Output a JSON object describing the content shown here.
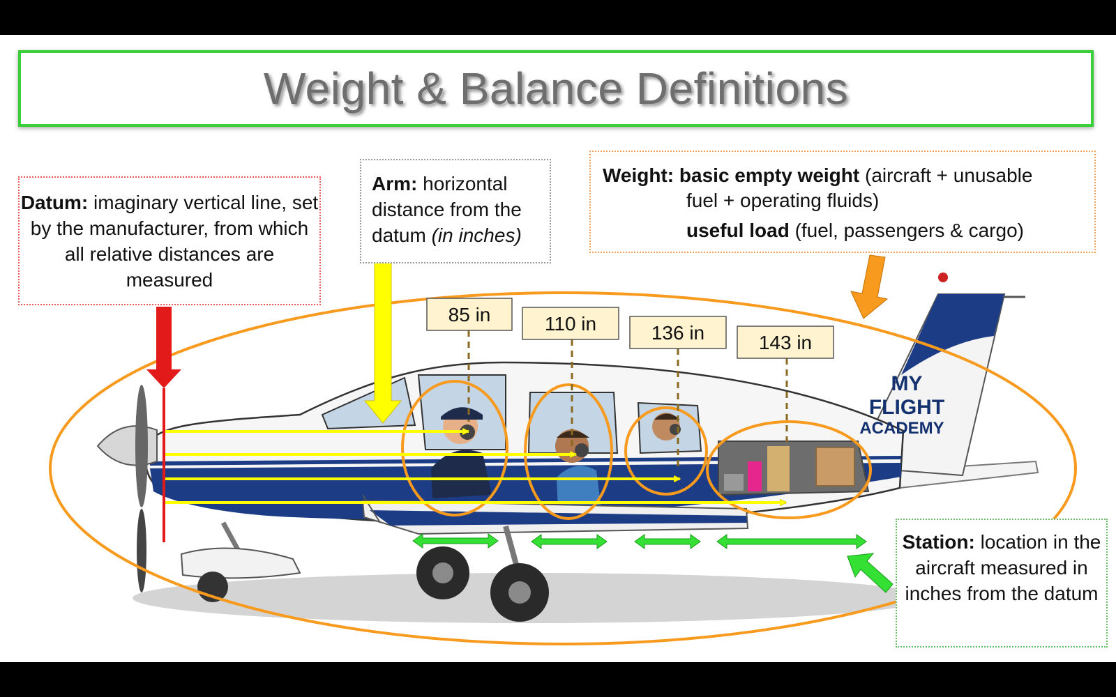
{
  "title": "Weight & Balance Definitions",
  "datum": {
    "term": "Datum:",
    "definition": "imaginary vertical line, set by the manufacturer, from which all relative distances are measured"
  },
  "arm": {
    "term": "Arm:",
    "definition": "horizontal distance from the datum",
    "unit_note": "(in inches)"
  },
  "weight": {
    "term": "Weight:",
    "empty_term": "basic empty weight",
    "empty_desc_line1": "(aircraft + unusable",
    "empty_desc_line2": "fuel + operating fluids)",
    "useful_term": "useful load",
    "useful_desc": "(fuel, passengers & cargo)"
  },
  "station": {
    "term": "Station:",
    "definition": "location in the aircraft measured in inches from the datum"
  },
  "arm_labels": [
    "85 in",
    "110 in",
    "136 in",
    "143 in"
  ],
  "branding": {
    "line1": "MY",
    "line2": "FLIGHT",
    "line3": "ACADEMY"
  },
  "colors": {
    "datum": "#e31a1a",
    "arm": "#ffff00",
    "weight": "#f79a1e",
    "station": "#33e033",
    "title_border": "#3ccf3c",
    "label_fill": "#fff3d0"
  },
  "icons": [
    "red-down-arrow-icon",
    "yellow-down-arrow-icon",
    "orange-arrow-icon",
    "green-arrow-icon"
  ]
}
